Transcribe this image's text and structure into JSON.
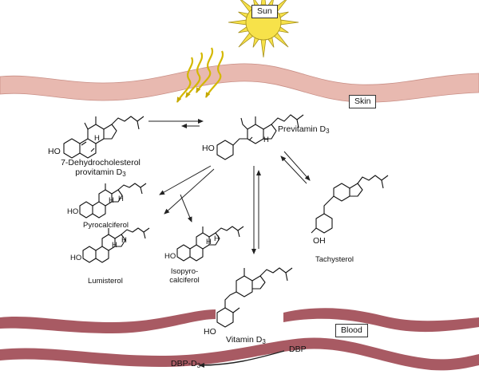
{
  "labels": {
    "sun": "Sun",
    "skin": "Skin",
    "blood": "Blood",
    "dehydro_line1": "7-Dehydrocholesterol",
    "dehydro_line2": "provitamin D",
    "previtamin": "Previtamin D",
    "pyrocalciferol": "Pyrocalciferol",
    "lumisterol": "Lumisterol",
    "isopyro_line1": "Isopyro-",
    "isopyro_line2": "calciferol",
    "tachysterol": "Tachysterol",
    "vitamin": "Vitamin D",
    "dbp": "DBP",
    "dbp_d3": "DBP-D",
    "subscript": "3",
    "ho": "HO",
    "h": "H"
  },
  "colors": {
    "sun_fill": "#f7e24a",
    "sun_stroke": "#a8921f",
    "rays": "#d4b800",
    "vessel": "#a85a63",
    "vessel_dark": "#7d3a43",
    "skin": "#e8b9b0",
    "skin_edge": "#c98f86"
  }
}
